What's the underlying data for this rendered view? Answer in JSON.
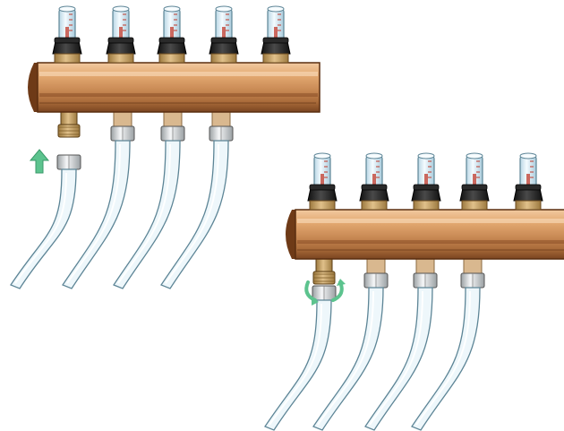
{
  "colors": {
    "background": "#ffffff",
    "copper_light": "#e9b98a",
    "copper_mid": "#c98a55",
    "copper_dark": "#8a4f26",
    "copper_shadow": "#6e3a17",
    "brass": "#c8a266",
    "tube_fill": "#eef7fb",
    "tube_stroke": "#5d8596",
    "flowmeter_glass": "#e3f1f8",
    "flowmeter_scale": "#c0392b",
    "cap_black": "#1f1f1f",
    "nut_chrome": "#e7e9ea",
    "arrow_green": "#5cc38e"
  },
  "panels": [
    {
      "name": "step-connect",
      "flowmeter_count": 5,
      "outlet_count": 4,
      "active_outlet_index": 0,
      "indicator": "up-arrow-icon"
    },
    {
      "name": "step-tighten",
      "flowmeter_count": 5,
      "outlet_count": 4,
      "active_outlet_index": 0,
      "indicator": "rotate-arrows-icon"
    }
  ]
}
